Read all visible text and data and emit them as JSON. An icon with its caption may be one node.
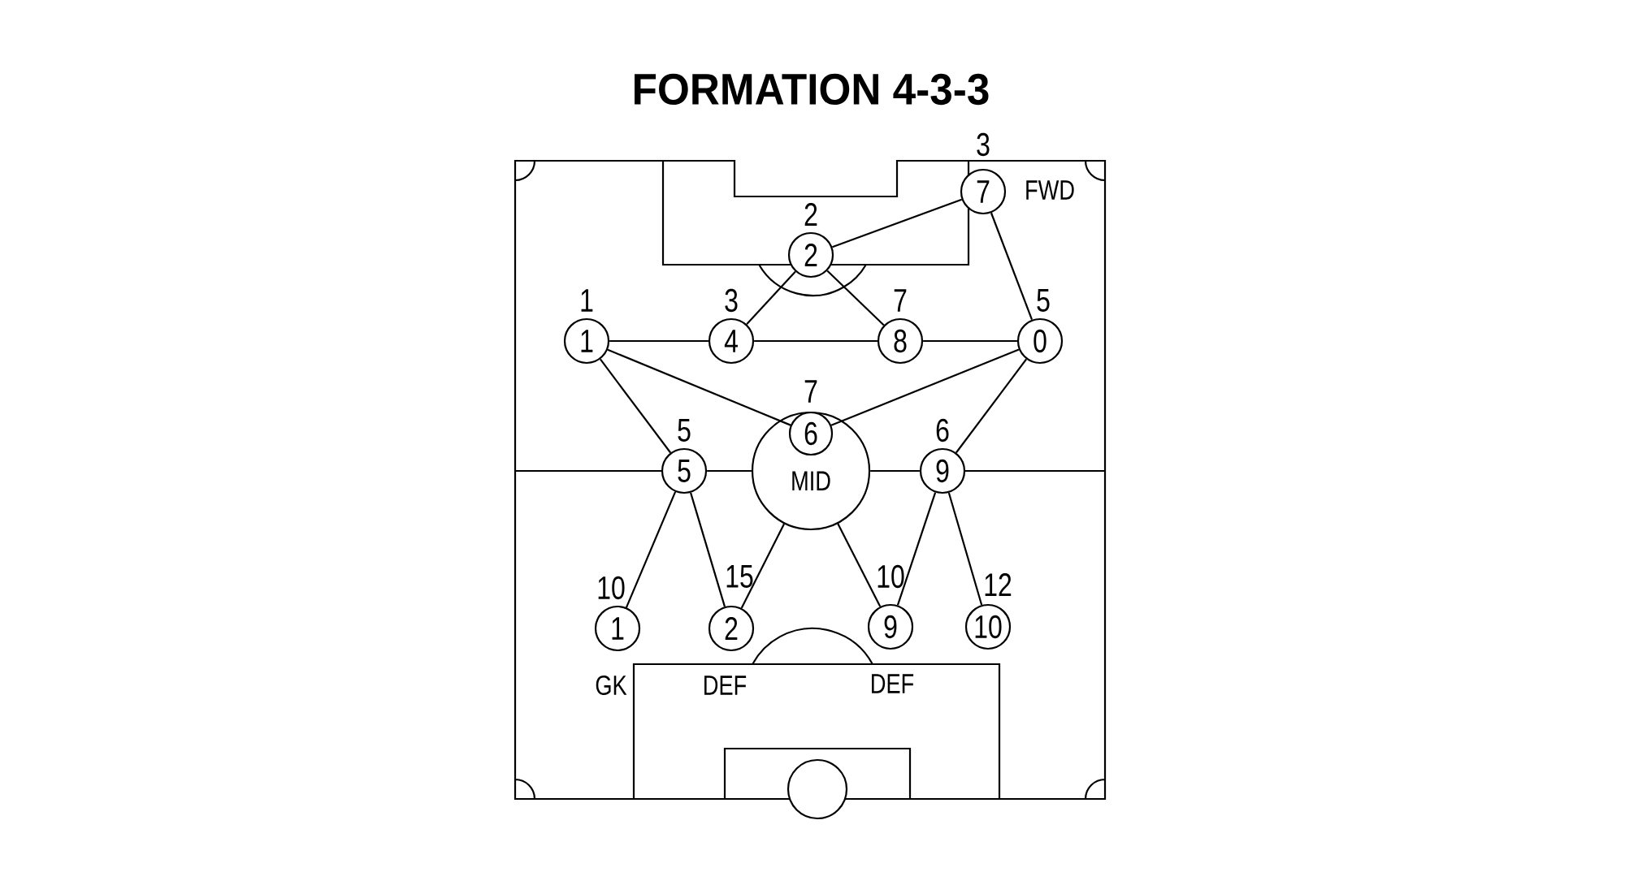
{
  "diagram": {
    "title": "FORMATION 4-3-3",
    "nodes": [
      {
        "text": [
          "7"
        ],
        "beside": [
          "3",
          "FWD"
        ]
      },
      {
        "text": [
          "2"
        ],
        "beside": [
          "2"
        ]
      },
      {
        "text": [
          "1"
        ],
        "beside": [
          "1"
        ]
      },
      {
        "text": [
          "4"
        ],
        "beside": [
          "3"
        ]
      },
      {
        "text": [
          "8"
        ],
        "beside": [
          "7"
        ]
      },
      {
        "text": [
          "0"
        ],
        "beside": [
          "5"
        ]
      },
      {
        "text": [
          "MID"
        ]
      },
      {
        "text": [
          "6"
        ],
        "beside": [
          "7"
        ],
        "in": 6
      },
      {
        "text": [
          "5"
        ],
        "beside": [
          "5"
        ]
      },
      {
        "text": [
          "9"
        ],
        "beside": [
          "6"
        ]
      },
      {
        "text": [
          "1"
        ],
        "beside": [
          "10",
          "GK"
        ]
      },
      {
        "text": [
          "2"
        ],
        "beside": [
          "15",
          "DEF"
        ]
      },
      {
        "text": [
          "9"
        ],
        "beside": [
          "10",
          "DEF"
        ]
      },
      {
        "text": [
          "10"
        ],
        "beside": [
          "12"
        ]
      }
    ],
    "edges": [
      {
        "from": 0,
        "to": 1,
        "arrow": "none"
      },
      {
        "from": 0,
        "to": 5,
        "arrow": "none"
      },
      {
        "from": 1,
        "to": 3,
        "arrow": "none"
      },
      {
        "from": 1,
        "to": 4,
        "arrow": "none"
      },
      {
        "from": 2,
        "to": 3,
        "arrow": "none"
      },
      {
        "from": 3,
        "to": 4,
        "arrow": "none"
      },
      {
        "from": 4,
        "to": 5,
        "arrow": "none"
      },
      {
        "from": 2,
        "to": 8,
        "arrow": "none"
      },
      {
        "from": 2,
        "to": 7,
        "arrow": "none"
      },
      {
        "from": 5,
        "to": 7,
        "arrow": "none"
      },
      {
        "from": 5,
        "to": 9,
        "arrow": "none"
      },
      {
        "from": 8,
        "to": 6,
        "arrow": "none"
      },
      {
        "from": 6,
        "to": 9,
        "arrow": "none"
      },
      {
        "from": 8,
        "to": 10,
        "arrow": "none"
      },
      {
        "from": 8,
        "to": 11,
        "arrow": "none"
      },
      {
        "from": 6,
        "to": 11,
        "arrow": "none"
      },
      {
        "from": 6,
        "to": 12,
        "arrow": "none"
      },
      {
        "from": 9,
        "to": 12,
        "arrow": "none"
      },
      {
        "from": 9,
        "to": 13,
        "arrow": "none"
      }
    ]
  }
}
